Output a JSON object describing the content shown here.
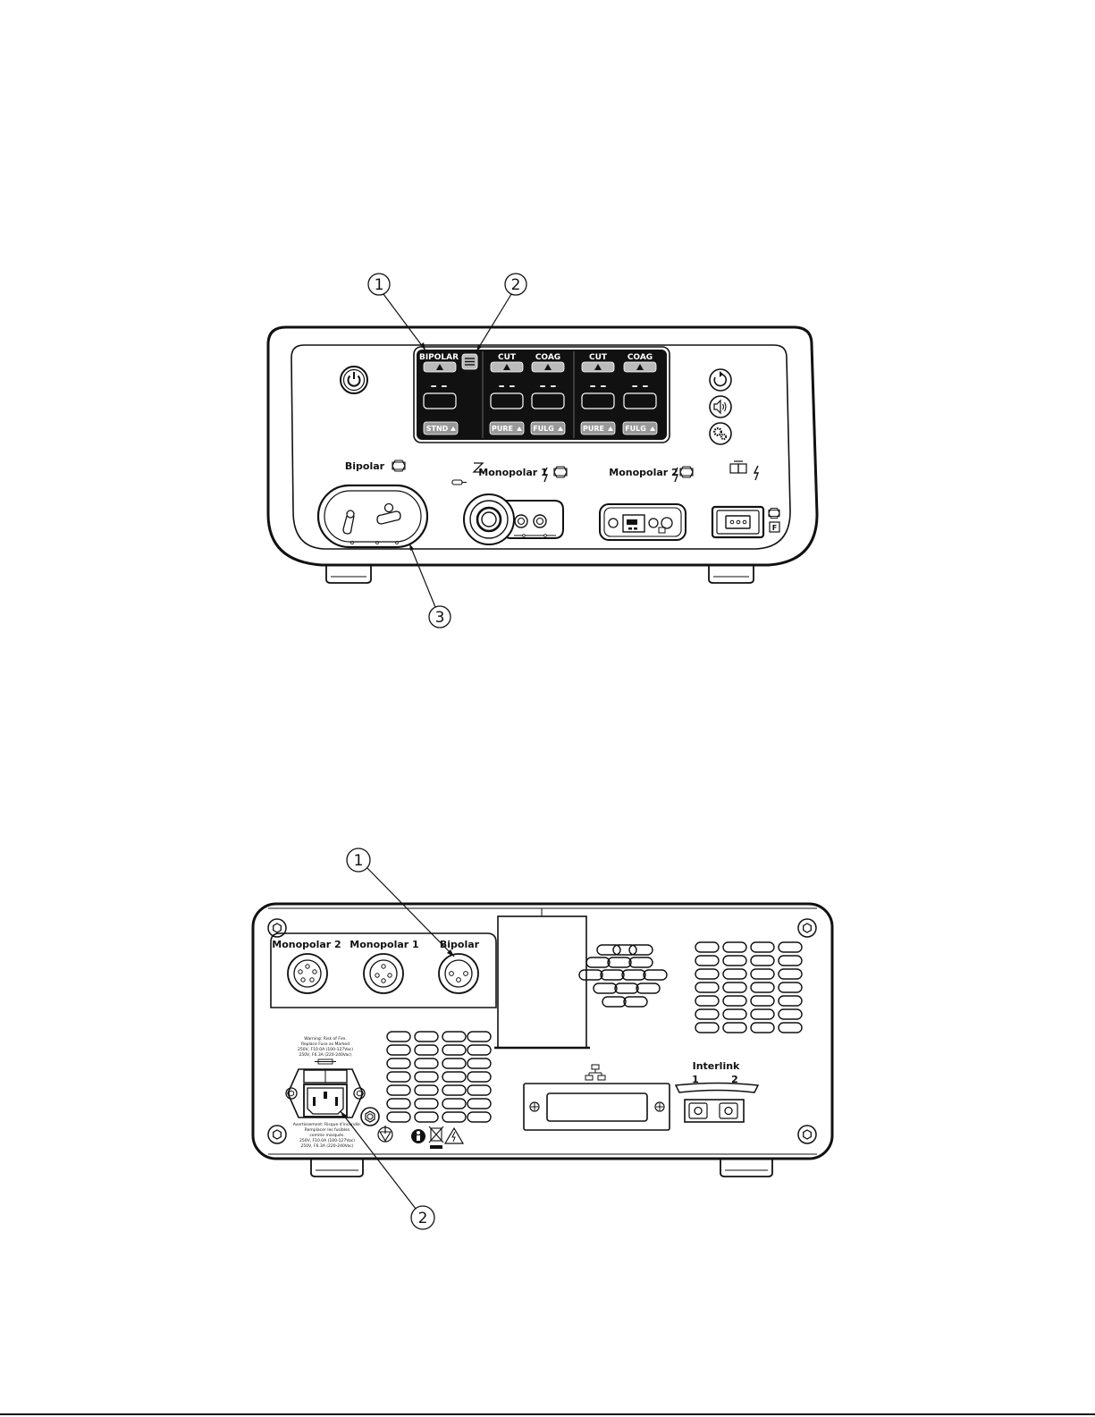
{
  "front": {
    "display": {
      "bipolar_header": "BIPOLAR",
      "cut_header": "CUT",
      "coag_header": "COAG",
      "dashes": "– –",
      "stnd": "STND",
      "pure": "PURE",
      "fulg": "FULG"
    },
    "receptacles": {
      "bipolar": "Bipolar",
      "monopolar1": "Monopolar 1",
      "monopolar2": "Monopolar 2"
    },
    "footswitch_letter": "F",
    "callouts": [
      "1",
      "2",
      "3"
    ]
  },
  "rear": {
    "connectors": {
      "monopolar2": "Monopolar 2",
      "monopolar1": "Monopolar 1",
      "bipolar": "Bipolar"
    },
    "fuse_warning": [
      "Warning: Risk of Fire.",
      "Replace Fuse as Marked",
      "250V, F10.0A (100-127Vac)",
      "250V, F6.3A (220-240Vac)"
    ],
    "fuse_warning_fr": [
      "Avertissement: Risque d'incendie.",
      "Remplacer les fusibles",
      "comme marqués.",
      "250V, F10.0A (100-127Vac)",
      "250V, F6.3A (220-240Vac)"
    ],
    "interlink": {
      "title": "Interlink",
      "port1": "1",
      "port2": "2"
    },
    "callouts": [
      "1",
      "2"
    ]
  }
}
